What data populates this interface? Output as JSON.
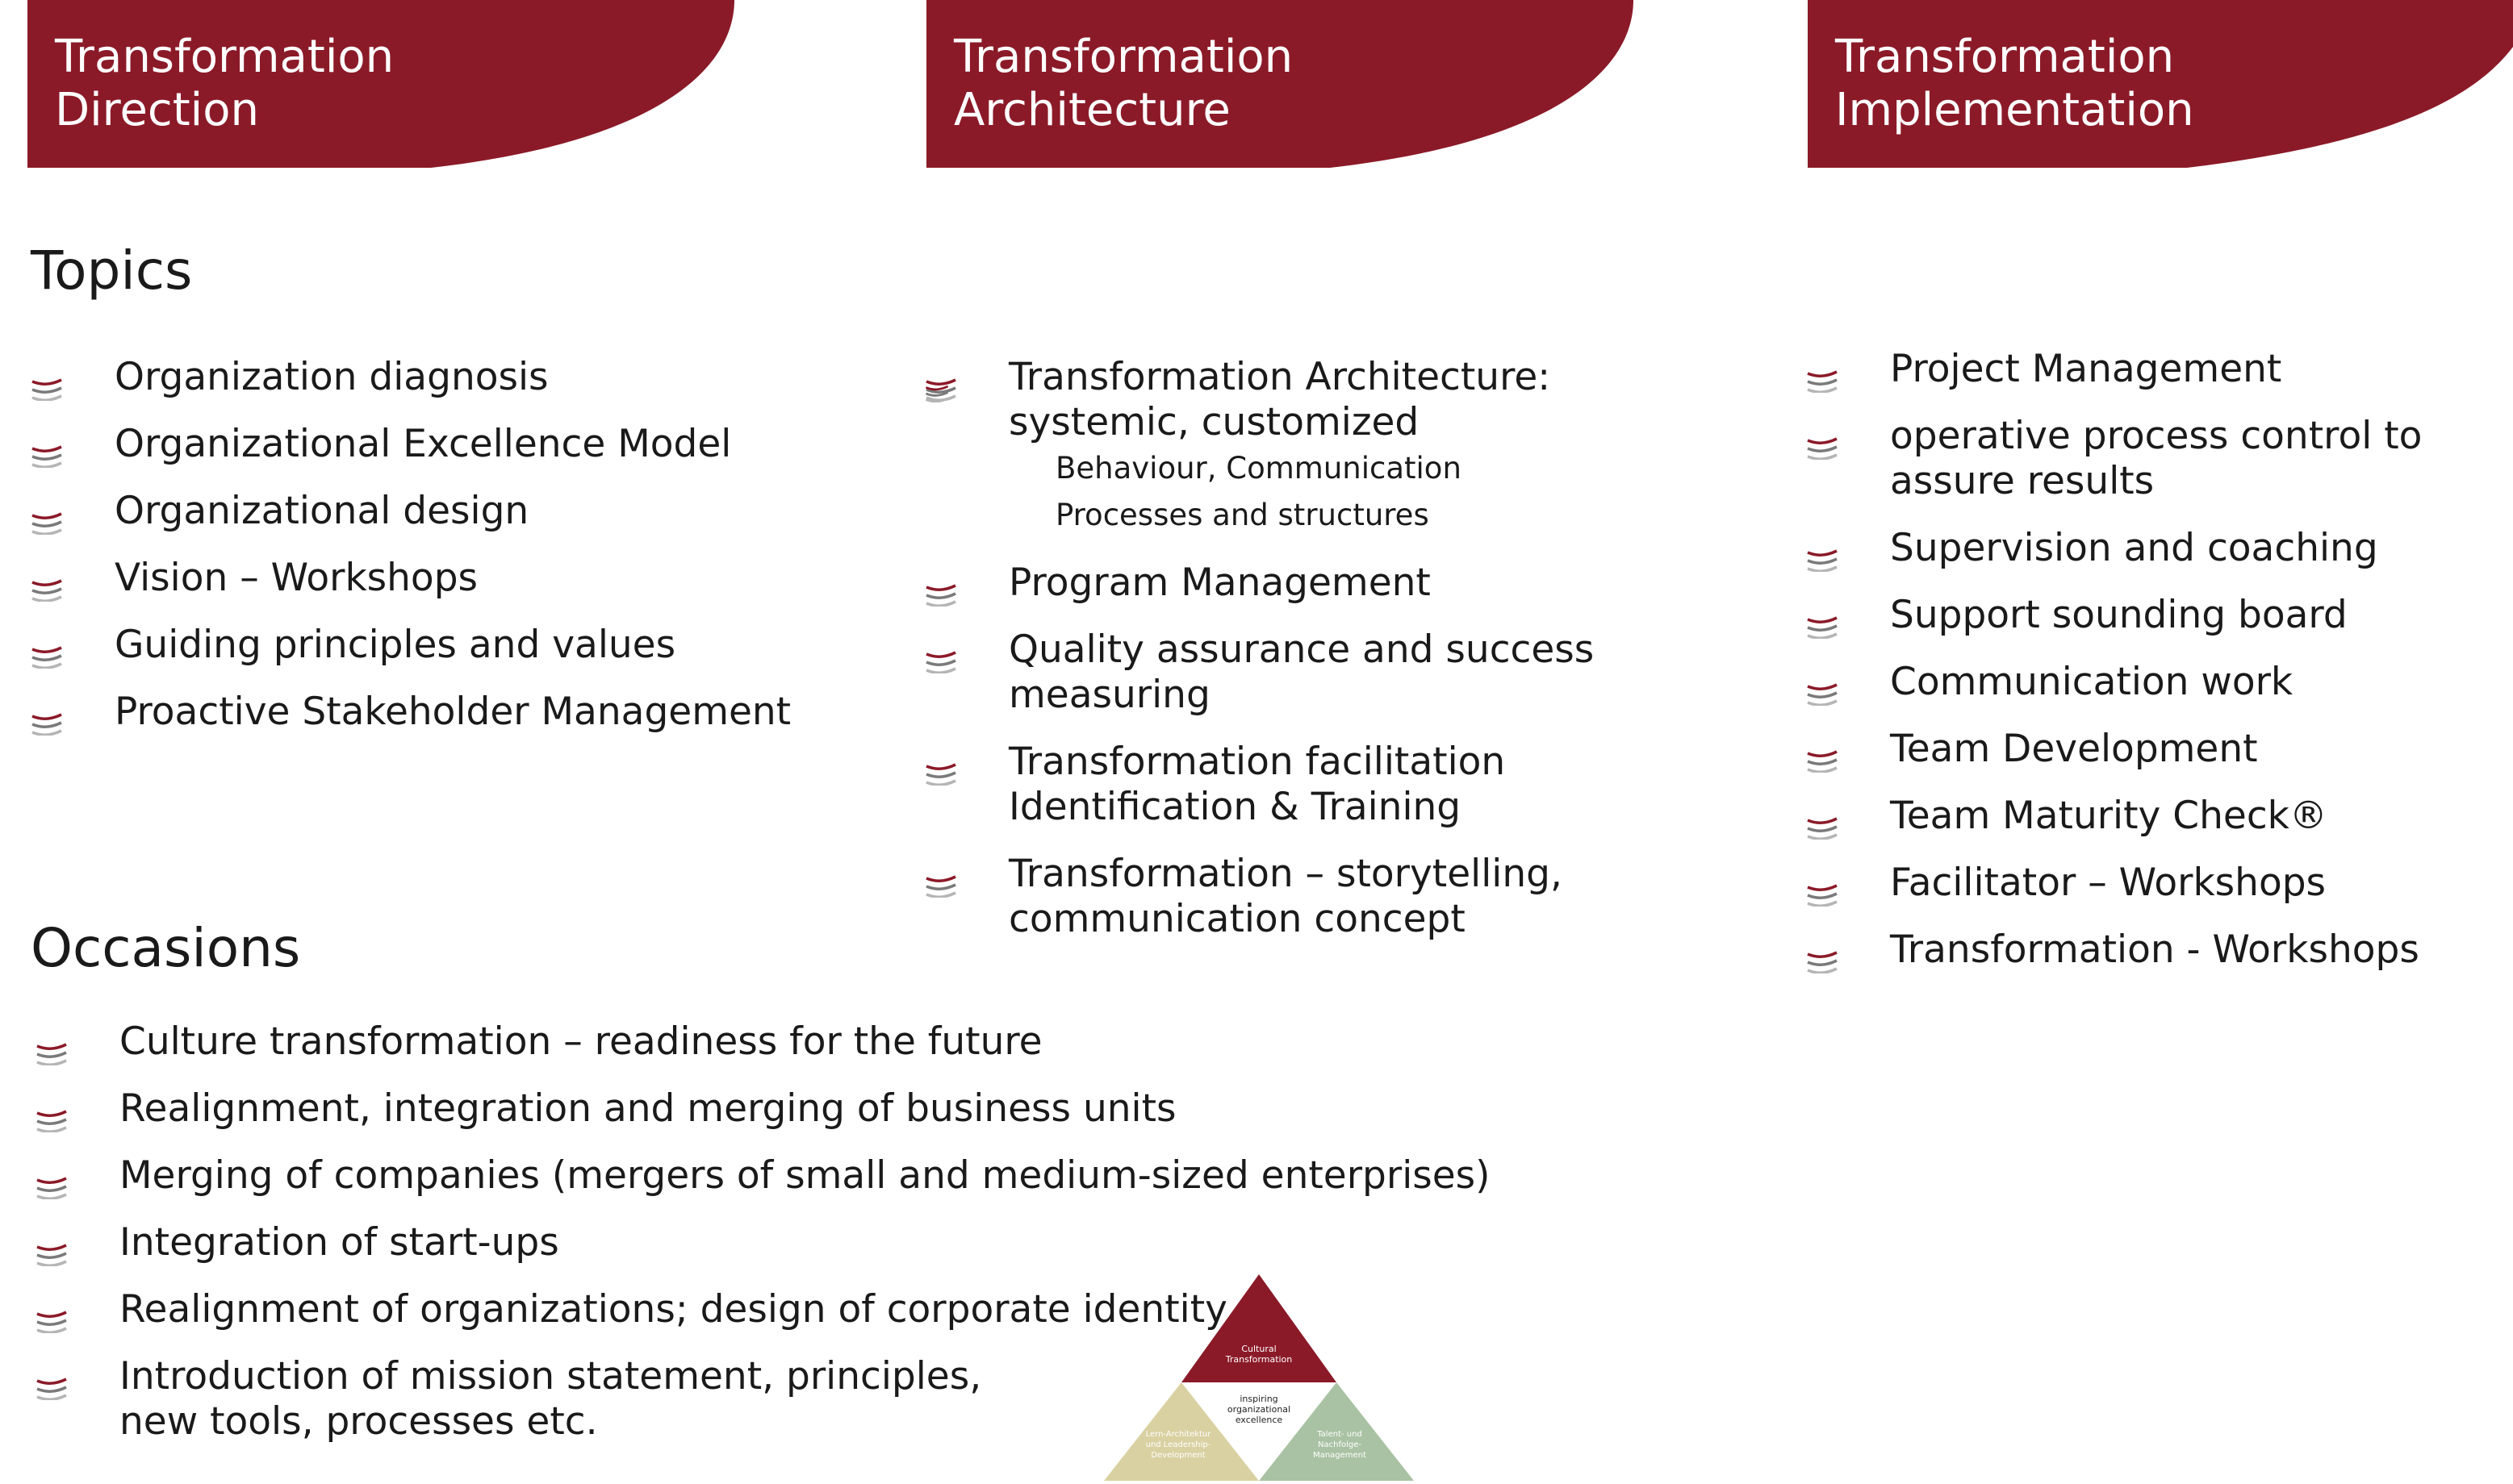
{
  "theme": {
    "accent": "#8b1a28",
    "triangle_top": "#8b1a28",
    "triangle_left": "#d9d1a1",
    "triangle_right": "#a9c2a3"
  },
  "tabs": [
    {
      "title": "Transformation\nDirection"
    },
    {
      "title": "Transformation\nArchitecture"
    },
    {
      "title": "Transformation\nImplementation"
    }
  ],
  "topics": {
    "heading": "Topics",
    "items": [
      "Organization diagnosis",
      "Organizational Excellence Model",
      "Organizational design",
      "Vision – Workshops",
      "Guiding principles and values",
      "Proactive Stakeholder Management"
    ]
  },
  "architecture": {
    "items": [
      {
        "text": "Transformation Architecture:\nsystemic, customized",
        "subitems": [
          "Behaviour, Communication",
          "Processes and structures"
        ]
      },
      {
        "text": "Program Management"
      },
      {
        "text": "Quality assurance and success\nmeasuring"
      },
      {
        "text": "Transformation facilitation\nIdentification & Training"
      },
      {
        "text": "Transformation – storytelling,\ncommunication concept"
      }
    ]
  },
  "implementation": {
    "items": [
      "Project Management",
      "operative process control to\nassure results",
      "Supervision and coaching",
      "Support sounding board",
      "Communication work",
      "Team Development",
      "Team Maturity Check®",
      "Facilitator – Workshops",
      "Transformation - Workshops"
    ]
  },
  "occasions": {
    "heading": "Occasions",
    "items": [
      "Culture transformation – readiness for the future",
      "Realignment, integration and merging of business units",
      "Merging of companies (mergers of small and medium-sized enterprises)",
      "Integration of start-ups",
      "Realignment of organizations; design of corporate identity",
      "Introduction of mission statement, principles,\nnew tools, processes etc."
    ]
  },
  "diagram": {
    "top": "Cultural\nTransformation",
    "center": "inspiring\norganizational\nexcellence",
    "left": "Lern-Architektur\nund Leadership-\nDevelopment",
    "right": "Talent- und\nNachfolge-\nManagement"
  }
}
